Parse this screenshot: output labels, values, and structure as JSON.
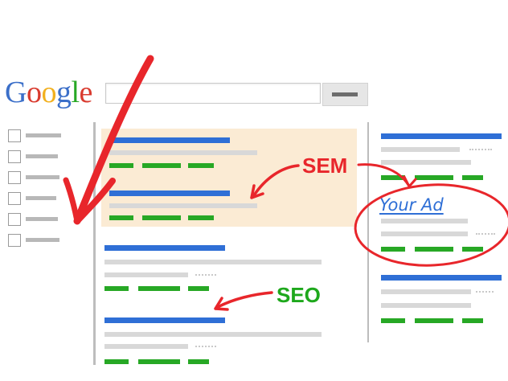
{
  "logo": {
    "letters": [
      "G",
      "o",
      "o",
      "g",
      "l",
      "e"
    ],
    "colors": [
      "#3b6fc9",
      "#d93b2f",
      "#f2b01e",
      "#3b6fc9",
      "#27a825",
      "#d93b2f"
    ]
  },
  "search": {
    "input_value": "",
    "button_icon": "search-button-bar-icon"
  },
  "sidebar_filters": {
    "count": 6,
    "labels": [
      "",
      "",
      "",
      "",
      "",
      ""
    ]
  },
  "annotations": {
    "sem_label": "SEM",
    "seo_label": "SEO",
    "your_ad_label": "Your Ad"
  },
  "colors": {
    "accent_red": "#e8262b",
    "accent_green": "#1ea81c",
    "link_blue": "#2f6fd6",
    "result_green": "#27a825",
    "highlight": "#fbebd4",
    "placeholder_gray": "#d8d8d8"
  },
  "icons": {
    "checkmark": "red-checkmark-arrow-icon",
    "sem_arrow": "curved-arrow-icon",
    "seo_arrow": "curved-arrow-icon",
    "ad_circle": "ellipse-highlight-icon"
  }
}
